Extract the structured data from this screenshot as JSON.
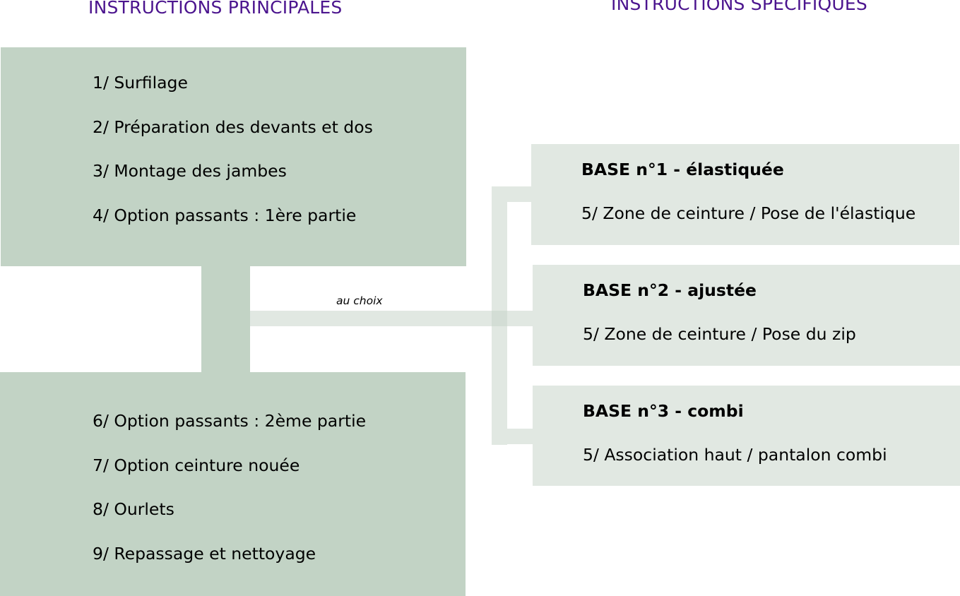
{
  "headers": {
    "left": "INSTRUCTIONS PRINCIPALES",
    "right": "INSTRUCTIONS SPÉCIFIQUES"
  },
  "main_top": {
    "items": [
      "1/ Surfilage",
      "2/ Préparation des devants et dos",
      "3/ Montage des jambes",
      "4/ Option passants : 1ère partie"
    ]
  },
  "main_bottom": {
    "items": [
      "6/ Option passants : 2ème partie",
      "7/ Option ceinture nouée",
      "8/ Ourlets",
      "9/ Repassage et nettoyage"
    ]
  },
  "connector": {
    "label": "au choix"
  },
  "bases": [
    {
      "title": "BASE n°1 - élastiquée",
      "step": "5/ Zone de ceinture / Pose de l'élastique"
    },
    {
      "title": "BASE n°2 - ajustée",
      "step": "5/ Zone de ceinture / Pose du zip"
    },
    {
      "title": "BASE n°3 - combi",
      "step": "5/ Association haut / pantalon combi"
    }
  ],
  "colors": {
    "header_text": "#4b148e",
    "main_box": "#c2d3c5",
    "base_box": "#e1e8e2"
  }
}
